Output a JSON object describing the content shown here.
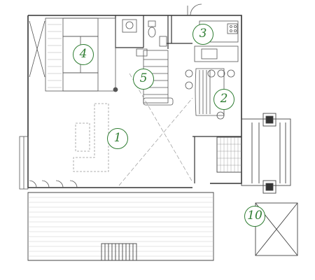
{
  "colors": {
    "walls": "#333333",
    "label": "#2f7d32",
    "furniture": "#999999"
  },
  "rooms": [
    {
      "key": "living",
      "label": "1"
    },
    {
      "key": "dining",
      "label": "2"
    },
    {
      "key": "kitchen",
      "label": "3"
    },
    {
      "key": "tatami",
      "label": "4"
    },
    {
      "key": "stairs",
      "label": "5"
    },
    {
      "key": "outdoor",
      "label": "10"
    }
  ]
}
